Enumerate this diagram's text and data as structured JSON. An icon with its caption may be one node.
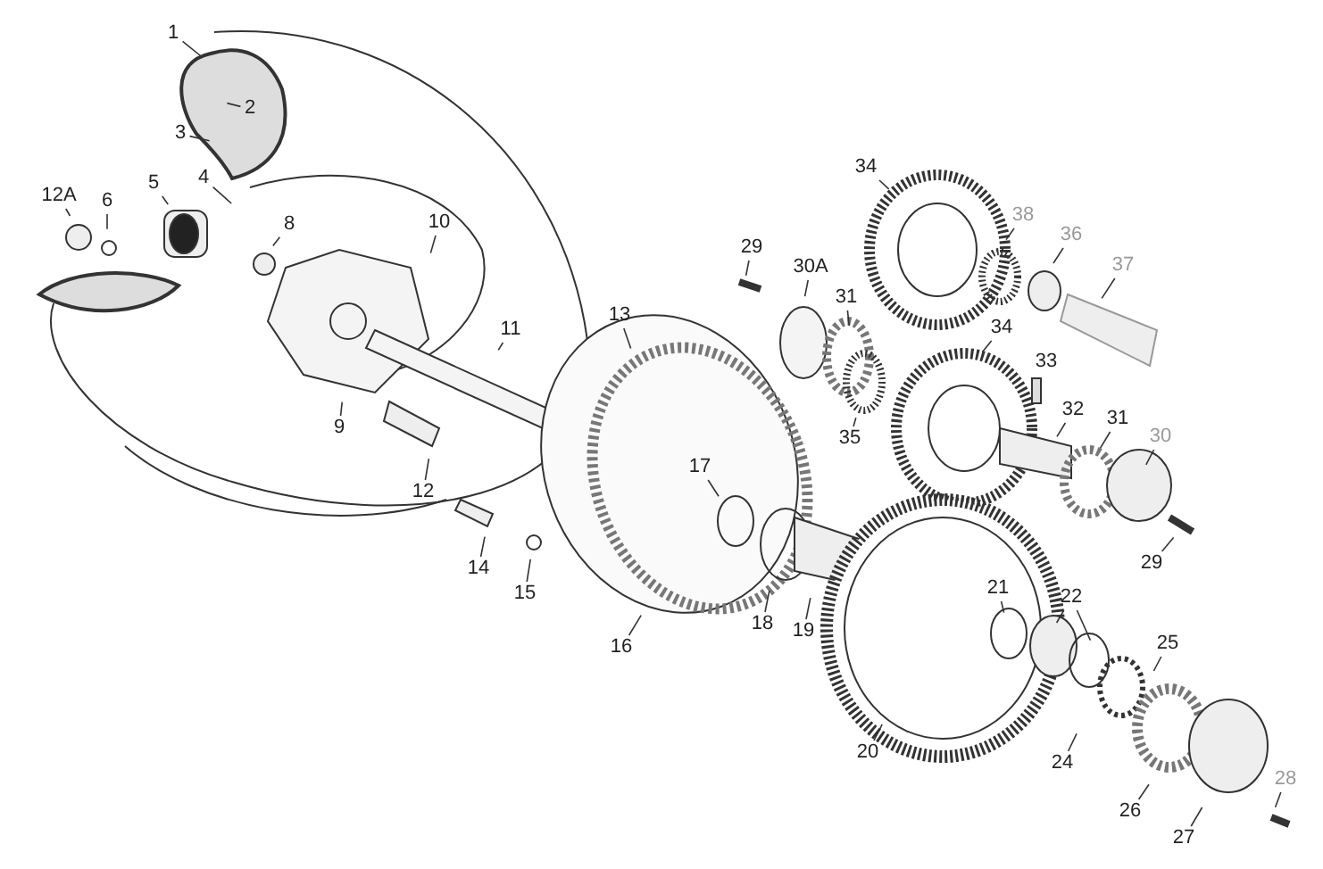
{
  "diagram": {
    "nodes": [
      {
        "text": [
          "1"
        ]
      },
      {
        "text": [
          "2"
        ]
      },
      {
        "text": [
          "3"
        ]
      },
      {
        "text": [
          "12A"
        ]
      },
      {
        "text": [
          "6"
        ]
      },
      {
        "text": [
          "5"
        ]
      },
      {
        "text": [
          "4"
        ]
      },
      {
        "text": [
          "8"
        ]
      },
      {
        "text": [
          "10"
        ]
      },
      {
        "text": [
          "9"
        ]
      },
      {
        "text": [
          "11"
        ]
      },
      {
        "text": [
          "12"
        ]
      },
      {
        "text": [
          "13"
        ]
      },
      {
        "text": [
          "14"
        ]
      },
      {
        "text": [
          "15"
        ]
      },
      {
        "text": [
          "16"
        ]
      },
      {
        "text": [
          "17"
        ]
      },
      {
        "text": [
          "29"
        ]
      },
      {
        "text": [
          "30A"
        ]
      },
      {
        "text": [
          "31"
        ]
      },
      {
        "text": [
          "35"
        ]
      },
      {
        "text": [
          "34"
        ]
      },
      {
        "text": [
          "38"
        ]
      },
      {
        "text": [
          "36"
        ]
      },
      {
        "text": [
          "37"
        ]
      },
      {
        "text": [
          "34"
        ]
      },
      {
        "text": [
          "32"
        ]
      },
      {
        "text": [
          "31"
        ]
      },
      {
        "text": [
          "30"
        ]
      },
      {
        "text": [
          "29"
        ]
      },
      {
        "text": [
          "18"
        ]
      },
      {
        "text": [
          "19"
        ]
      },
      {
        "text": [
          "20"
        ]
      },
      {
        "text": [
          "21"
        ]
      },
      {
        "text": [
          "22"
        ]
      },
      {
        "text": [
          "24"
        ]
      },
      {
        "text": [
          "25"
        ]
      },
      {
        "text": [
          "26"
        ]
      },
      {
        "text": [
          "27"
        ]
      },
      {
        "text": [
          "28"
        ]
      }
    ],
    "edges": [
      {
        "from": 0,
        "to": null,
        "arrow": "none"
      },
      {
        "from": 1,
        "to": null,
        "arrow": "none"
      },
      {
        "from": 2,
        "to": null,
        "arrow": "none"
      },
      {
        "from": 3,
        "to": null,
        "arrow": "none"
      },
      {
        "from": 4,
        "to": null,
        "arrow": "none"
      },
      {
        "from": 5,
        "to": null,
        "arrow": "none"
      },
      {
        "from": 6,
        "to": null,
        "arrow": "none"
      },
      {
        "from": 7,
        "to": null,
        "arrow": "none"
      },
      {
        "from": 8,
        "to": null,
        "arrow": "none"
      },
      {
        "from": 9,
        "to": null,
        "arrow": "none"
      },
      {
        "from": 10,
        "to": null,
        "arrow": "none"
      },
      {
        "from": 11,
        "to": null,
        "arrow": "none"
      },
      {
        "from": 12,
        "to": null,
        "arrow": "none"
      },
      {
        "from": 13,
        "to": null,
        "arrow": "none"
      },
      {
        "from": 14,
        "to": null,
        "arrow": "none"
      },
      {
        "from": 15,
        "to": null,
        "arrow": "none"
      },
      {
        "from": 16,
        "to": null,
        "arrow": "none"
      },
      {
        "from": 17,
        "to": null,
        "arrow": "none"
      },
      {
        "from": 18,
        "to": null,
        "arrow": "none"
      },
      {
        "from": 19,
        "to": null,
        "arrow": "none"
      },
      {
        "from": 20,
        "to": null,
        "arrow": "none"
      },
      {
        "from": 21,
        "to": null,
        "arrow": "none"
      },
      {
        "from": 22,
        "to": null,
        "arrow": "none"
      },
      {
        "from": 23,
        "to": null,
        "arrow": "none"
      },
      {
        "from": 24,
        "to": null,
        "arrow": "none"
      },
      {
        "from": 25,
        "to": null,
        "arrow": "none"
      },
      {
        "from": 26,
        "to": null,
        "arrow": "none"
      },
      {
        "from": 27,
        "to": null,
        "arrow": "none"
      },
      {
        "from": 28,
        "to": null,
        "arrow": "none"
      },
      {
        "from": 29,
        "to": null,
        "arrow": "none"
      },
      {
        "from": 30,
        "to": null,
        "arrow": "none"
      },
      {
        "from": 31,
        "to": null,
        "arrow": "none"
      },
      {
        "from": 32,
        "to": null,
        "arrow": "none"
      },
      {
        "from": 33,
        "to": null,
        "arrow": "none"
      },
      {
        "from": 34,
        "to": null,
        "arrow": "none"
      },
      {
        "from": 34,
        "to": null,
        "arrow": "none"
      },
      {
        "from": 35,
        "to": null,
        "arrow": "none"
      },
      {
        "from": 36,
        "to": null,
        "arrow": "none"
      },
      {
        "from": 37,
        "to": null,
        "arrow": "none"
      },
      {
        "from": 38,
        "to": null,
        "arrow": "none"
      },
      {
        "from": 39,
        "to": null,
        "arrow": "none"
      }
    ],
    "labels": [
      "33"
    ]
  }
}
